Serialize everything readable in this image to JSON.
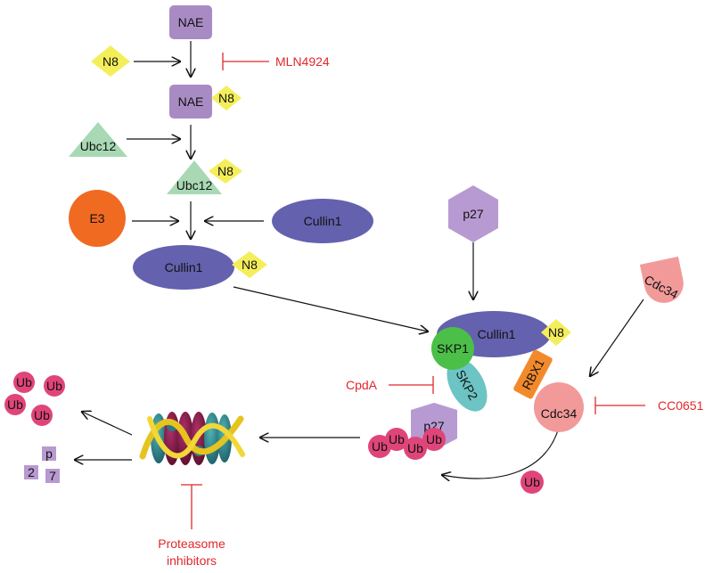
{
  "nodes": {
    "nae_top": "NAE",
    "n8_left": "N8",
    "nae_mid": "NAE",
    "n8_nae": "N8",
    "ubc12_left": "Ubc12",
    "ubc12_mid": "Ubc12",
    "n8_ubc12": "N8",
    "e3": "E3",
    "cullin1_right": "Cullin1",
    "cullin1_mid": "Cullin1",
    "n8_cullin": "N8",
    "p27_top": "p27",
    "cdc34_top": "Cdc34",
    "cullin1_complex": "Cullin1",
    "n8_complex": "N8",
    "skp1": "SKP1",
    "skp2": "SKP2",
    "rbx1": "RBX1",
    "cdc34_complex": "Cdc34",
    "p27_complex": "p27",
    "ub_chain": [
      "Ub",
      "Ub",
      "Ub",
      "Ub"
    ],
    "ub_free": "Ub",
    "ub_cluster": [
      "Ub",
      "Ub",
      "Ub",
      "Ub"
    ],
    "fragments": [
      "p",
      "2",
      "7"
    ]
  },
  "inhibitors": {
    "mln4924": "MLN4924",
    "cpda": "CpdA",
    "cc0651": "CC0651",
    "proteasome_line1": "Proteasome",
    "proteasome_line2": "inhibitors"
  },
  "colors": {
    "nae": "#a98bc4",
    "n8": "#f4ee5a",
    "ubc12": "#a8d9b4",
    "e3": "#f06a22",
    "cullin": "#6461ae",
    "p27": "#b89ad2",
    "cdc34": "#f29a9a",
    "skp1": "#4bbf47",
    "skp2": "#6cc4c4",
    "rbx1": "#f28a2c",
    "ub": "#e0457a",
    "inhibitor": "#e0282a"
  }
}
